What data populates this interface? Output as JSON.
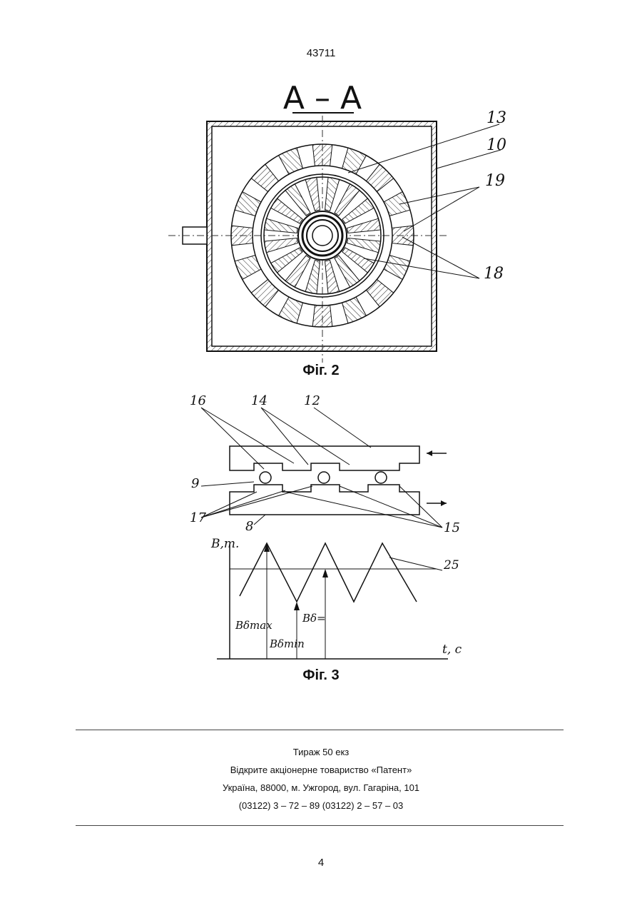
{
  "header": {
    "patent_number": "43711"
  },
  "figure2": {
    "section_label": "А – А",
    "caption": "Фіг. 2",
    "labels": {
      "l13": "13",
      "l10": "10",
      "l19": "19",
      "l18": "18"
    }
  },
  "figure3": {
    "caption": "Фіг. 3",
    "labels": {
      "l16": "16",
      "l14": "14",
      "l12": "12",
      "l9": "9",
      "l17": "17",
      "l8": "8",
      "l15": "15",
      "l25": "25"
    },
    "graph": {
      "ylabel": "B,т.",
      "xlabel": "t, c",
      "bdmax": "Bδmax",
      "bdmin": "Bδmin",
      "bdeq": "Bδ="
    }
  },
  "imprint": {
    "line1": "Тираж 50 екз",
    "line2": "Відкрите акціонерне товариство «Патент»",
    "line3": "Україна, 88000, м. Ужгород, вул. Гагаріна, 101",
    "line4": "(03122) 3 – 72 – 89   (03122) 2 – 57 – 03"
  },
  "footer": {
    "page_number": "4"
  }
}
